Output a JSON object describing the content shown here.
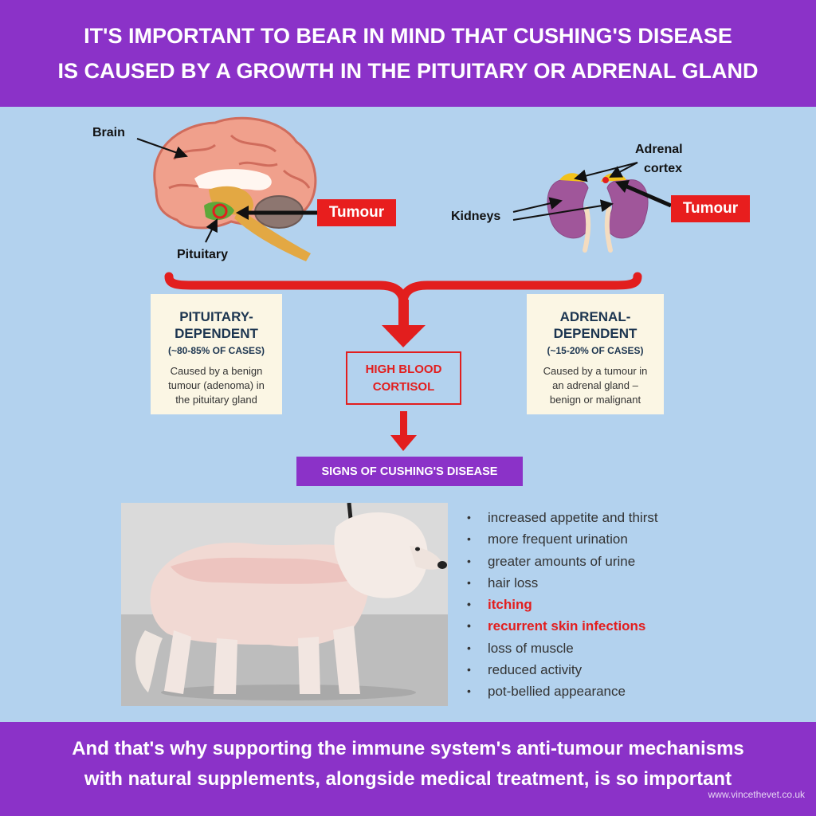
{
  "header": {
    "line1": "IT'S IMPORTANT TO BEAR IN MIND THAT CUSHING'S DISEASE",
    "line2": "IS CAUSED BY A GROWTH IN THE PITUITARY OR ADRENAL GLAND"
  },
  "diagram": {
    "brain_label": "Brain",
    "pituitary_label": "Pituitary",
    "tumour_left": "Tumour",
    "adrenal_label_1": "Adrenal",
    "adrenal_label_2": "cortex",
    "kidneys_label": "Kidneys",
    "tumour_right": "Tumour"
  },
  "cards": {
    "pituitary": {
      "title1": "PITUITARY-",
      "title2": "DEPENDENT",
      "cases": "(~80-85% OF CASES)",
      "desc1": "Caused by a benign",
      "desc2": "tumour (adenoma) in",
      "desc3": "the pituitary gland"
    },
    "adrenal": {
      "title1": "ADRENAL-",
      "title2": "DEPENDENT",
      "cases": "(~15-20% OF CASES)",
      "desc1": "Caused by a tumour in",
      "desc2": "an adrenal gland –",
      "desc3": "benign or malignant"
    }
  },
  "cortisol": {
    "line1": "HIGH BLOOD",
    "line2": "CORTISOL"
  },
  "signs_title": "SIGNS OF CUSHING'S DISEASE",
  "signs": [
    "increased appetite and thirst",
    "more frequent urination",
    "greater amounts of urine",
    "hair loss",
    "itching",
    "recurrent skin infections",
    "loss of muscle",
    "reduced activity",
    "pot-bellied appearance"
  ],
  "footer": {
    "line1": "And that's why supporting the immune system's anti-tumour mechanisms",
    "line2": "with natural supplements, alongside medical treatment, is so important",
    "credit": "www.vincethevet.co.uk"
  },
  "colors": {
    "banner": "#8b32c8",
    "background": "#b3d2ee",
    "alert_red": "#e21e1e",
    "card": "#fbf6e4"
  }
}
